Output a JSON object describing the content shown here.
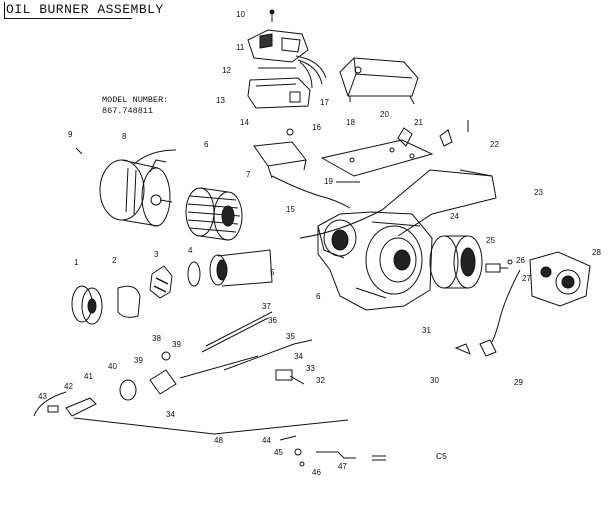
{
  "title": "OIL BURNER ASSEMBLY",
  "model": {
    "line1": "MODEL NUMBER:",
    "line2": "867.748811"
  },
  "drawing_code": "C5",
  "part_numbers": [
    "1",
    "2",
    "3",
    "4",
    "5",
    "6",
    "7",
    "8",
    "9",
    "10",
    "11",
    "12",
    "13",
    "14",
    "15",
    "16",
    "17",
    "18",
    "19",
    "20",
    "21",
    "22",
    "23",
    "24",
    "25",
    "26",
    "27",
    "28",
    "29",
    "30",
    "31",
    "32",
    "33",
    "34",
    "35",
    "36",
    "37",
    "38",
    "39",
    "40",
    "41",
    "42",
    "43",
    "44",
    "45",
    "46",
    "47",
    "48"
  ],
  "colors": {
    "ink": "#111111",
    "paper": "#ffffff"
  }
}
